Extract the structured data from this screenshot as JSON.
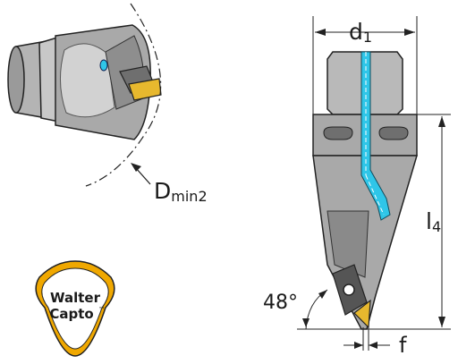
{
  "labels": {
    "d1": {
      "main": "d",
      "sub": "1"
    },
    "l4": {
      "main": "l",
      "sub": "4"
    },
    "dmin2": {
      "main": "D",
      "sub": "min2"
    },
    "angle": "48°",
    "f": "f"
  },
  "logo": {
    "line1": "Walter",
    "line2": "Capto",
    "tm": "™",
    "ring_color": "#f0a800",
    "text_color": "#111111"
  },
  "colors": {
    "body_gray": "#a9a9a9",
    "body_light": "#cfcfcf",
    "body_dark": "#7a7a7a",
    "coolant": "#2fc6e8",
    "insert_gold": "#e7b82e"
  }
}
